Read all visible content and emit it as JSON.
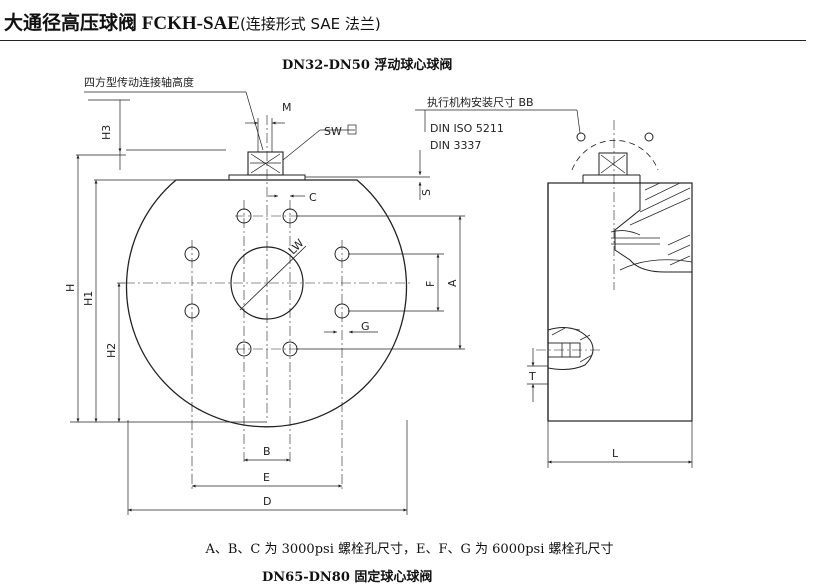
{
  "title": {
    "main": "大通径高压球阀 FCKH-SAE",
    "sub": "(连接形式 SAE 法兰)"
  },
  "section_top": "DN32-DN50   浮动球心球阀",
  "section_bottom": "DN65-DN80   固定球心球阀",
  "callouts": {
    "shaft_height": "四方型传动连接轴高度",
    "actuator": "执行机构安装尺寸 BB",
    "iso": "DIN ISO 5211",
    "din": "DIN 3337"
  },
  "dimensions": {
    "M": "M",
    "SW": "SW",
    "H3": "H3",
    "C": "C",
    "S": "S",
    "LW": "LW",
    "F": "F",
    "A": "A",
    "G": "G",
    "H": "H",
    "H1": "H1",
    "H2": "H2",
    "B": "B",
    "E": "E",
    "D": "D",
    "T": "T",
    "L": "L"
  },
  "note": "A、B、C 为 3000psi 螺栓孔尺寸，E、F、G 为 6000psi 螺栓孔尺寸"
}
